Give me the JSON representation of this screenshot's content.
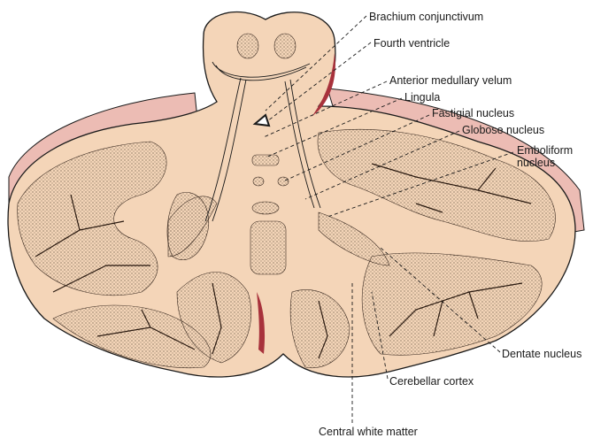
{
  "title": "Cerebellum cross-section",
  "colors": {
    "white_matter": "#f4d5b8",
    "cortex_surface": "#ecbcb4",
    "cut_edge": "#a8323c",
    "stipple": "#5a4a3a",
    "line": "#1a1a1a"
  },
  "labels": {
    "brachium": "Brachium conjunctivum",
    "fourth_ventricle": "Fourth ventricle",
    "anterior_velum": "Anterior medullary velum",
    "lingula": "Lingula",
    "fastigial": "Fastigial nucleus",
    "globose": "Globose nucleus",
    "emboliform_1": "Emboliform",
    "emboliform_2": "nucleus",
    "dentate": "Dentate nucleus",
    "cortex": "Cerebellar cortex",
    "white_matter": "Central white matter"
  }
}
